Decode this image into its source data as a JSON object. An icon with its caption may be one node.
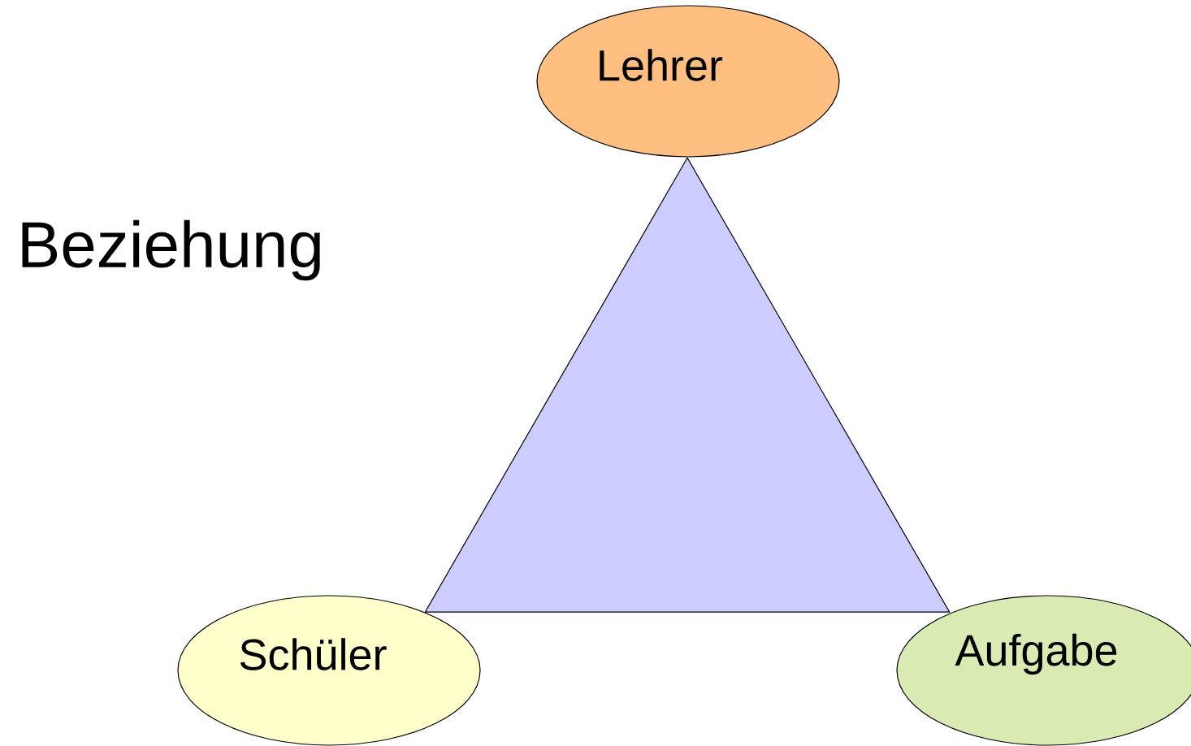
{
  "diagram": {
    "nodes": [
      {
        "text": [
          "Lehrer"
        ]
      },
      {
        "text": [],
        "shape": "triangle"
      },
      {
        "text": [
          "Schüler"
        ]
      },
      {
        "text": [
          "Aufgabe"
        ]
      }
    ],
    "labels": [
      "Beziehung"
    ]
  }
}
